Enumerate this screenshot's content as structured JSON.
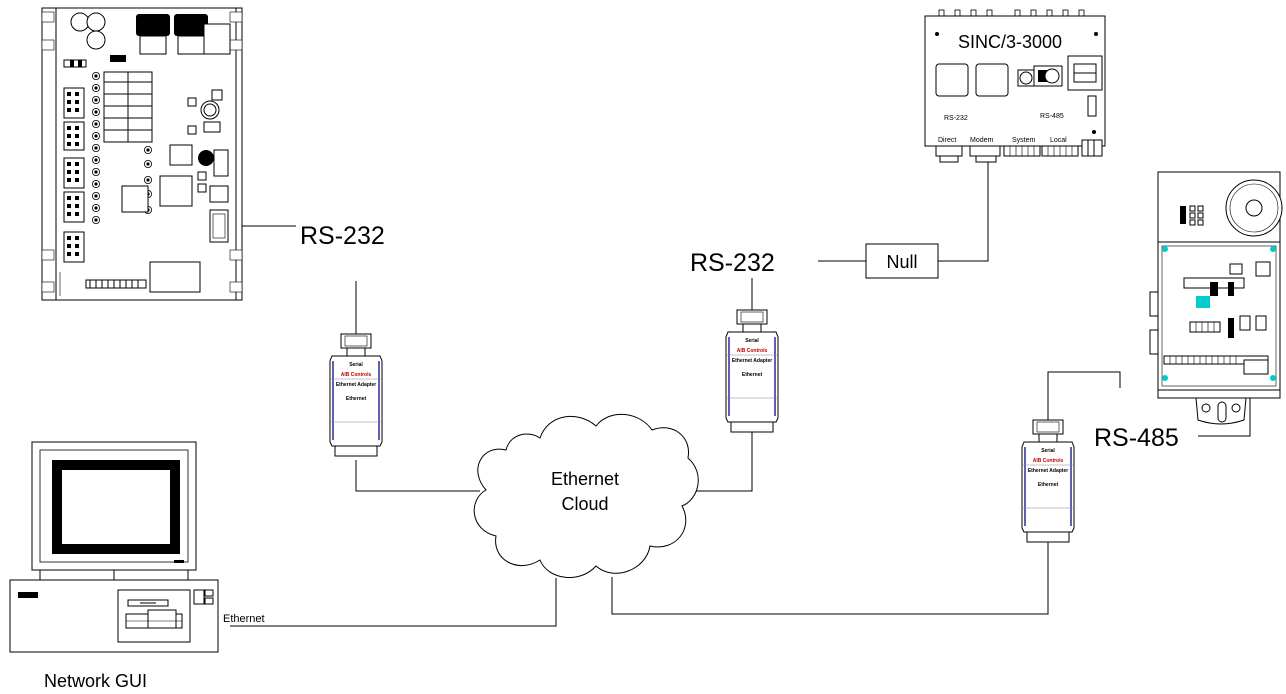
{
  "labels": {
    "rs232_left": "RS-232",
    "rs232_right": "RS-232",
    "null_box": "Null",
    "rs485": "RS-485",
    "cloud_line1": "Ethernet",
    "cloud_line2": "Cloud",
    "ethernet_cable": "Ethernet",
    "network_gui": "Network GUI"
  },
  "sinc_panel": {
    "title": "SINC/3-3000",
    "rs232": "RS-232",
    "rs485": "RS-485",
    "direct": "Direct",
    "modem": "Modem",
    "system": "System",
    "local": "Local"
  },
  "converter": {
    "line1": "Serial",
    "brand": "AIB Controls",
    "line3": "Ethernet Adapter",
    "line4": "Ethernet"
  },
  "colors": {
    "line": "#000000",
    "converter_accent": "#2a2a9a",
    "converter_brand": "#c00000",
    "indicator": "#00cccc"
  }
}
